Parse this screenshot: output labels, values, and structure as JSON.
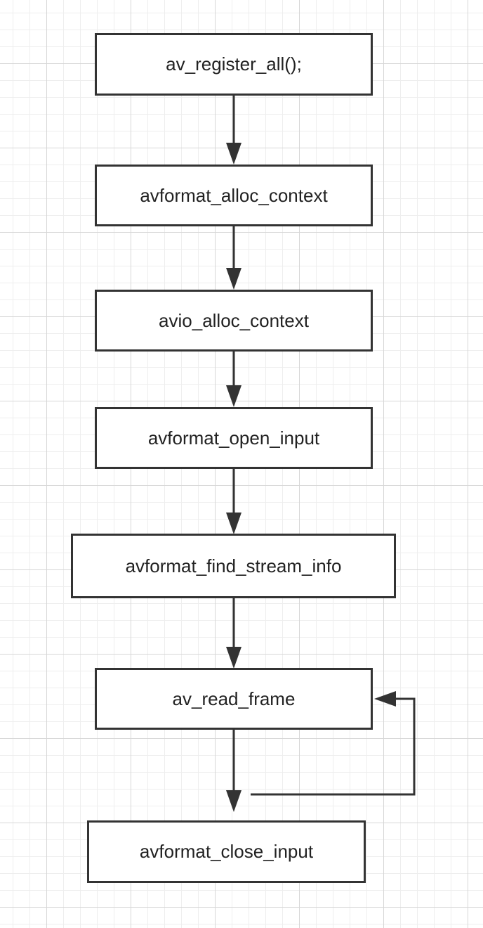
{
  "colors": {
    "stroke": "#333333",
    "text": "#222222",
    "background": "#ffffff",
    "grid_major": "#d7d7d7",
    "grid_minor": "#eeeeee"
  },
  "nodes": [
    {
      "id": "register",
      "label": "av_register_all();"
    },
    {
      "id": "alloc-format",
      "label": "avformat_alloc_context"
    },
    {
      "id": "alloc-io",
      "label": "avio_alloc_context"
    },
    {
      "id": "open-input",
      "label": "avformat_open_input"
    },
    {
      "id": "find-stream",
      "label": "avformat_find_stream_info"
    },
    {
      "id": "read-frame",
      "label": "av_read_frame"
    },
    {
      "id": "close-input",
      "label": "avformat_close_input"
    }
  ],
  "edges": [
    {
      "from": "register",
      "to": "alloc-format"
    },
    {
      "from": "alloc-format",
      "to": "alloc-io"
    },
    {
      "from": "alloc-io",
      "to": "open-input"
    },
    {
      "from": "open-input",
      "to": "find-stream"
    },
    {
      "from": "find-stream",
      "to": "read-frame"
    },
    {
      "from": "read-frame",
      "to": "close-input"
    },
    {
      "from": "read-frame",
      "to": "read-frame",
      "loop": true
    }
  ]
}
